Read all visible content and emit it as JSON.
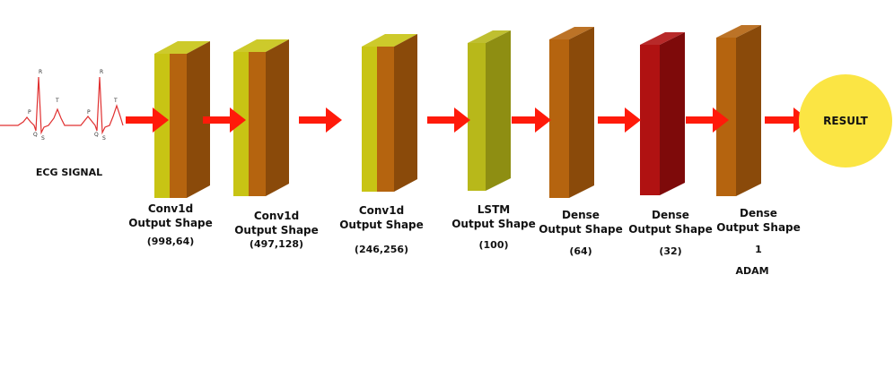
{
  "input": {
    "label": "ECG SIGNAL",
    "wave_markers": [
      "P",
      "Q",
      "R",
      "S",
      "T"
    ]
  },
  "layers": [
    {
      "name": "Conv1d",
      "shape_title": "Output Shape",
      "shape": "(998,64)",
      "color": "#b5640f",
      "side": "#8a4a0a",
      "accent": "#c8c414"
    },
    {
      "name": "Conv1d",
      "shape_title": "Output Shape",
      "shape": "(497,128)",
      "color": "#b5640f",
      "side": "#8a4a0a",
      "accent": "#c8c414"
    },
    {
      "name": "Conv1d",
      "shape_title": "Output Shape",
      "shape": "(246,256)",
      "color": "#b5640f",
      "side": "#8a4a0a",
      "accent": "#c8c414"
    },
    {
      "name": "LSTM",
      "shape_title": "Output Shape",
      "shape": "(100)",
      "color": "#b8b81a",
      "side": "#8e8e12",
      "accent": ""
    },
    {
      "name": "Dense",
      "shape_title": "Output Shape",
      "shape": "(64)",
      "color": "#b5640f",
      "side": "#8a4a0a",
      "accent": ""
    },
    {
      "name": "Dense",
      "shape_title": "Output Shape",
      "shape": "(32)",
      "color": "#b01212",
      "side": "#7e0a0a",
      "accent": ""
    },
    {
      "name": "Dense",
      "shape_title": "Output Shape",
      "shape": "1",
      "color": "#b5640f",
      "side": "#8a4a0a",
      "accent": ""
    }
  ],
  "optimizer": "ADAM",
  "output": {
    "label": "RESULT",
    "color": "#fbe544"
  },
  "colors": {
    "arrow": "#ff1a0a",
    "ecg_line": "#e03030"
  }
}
